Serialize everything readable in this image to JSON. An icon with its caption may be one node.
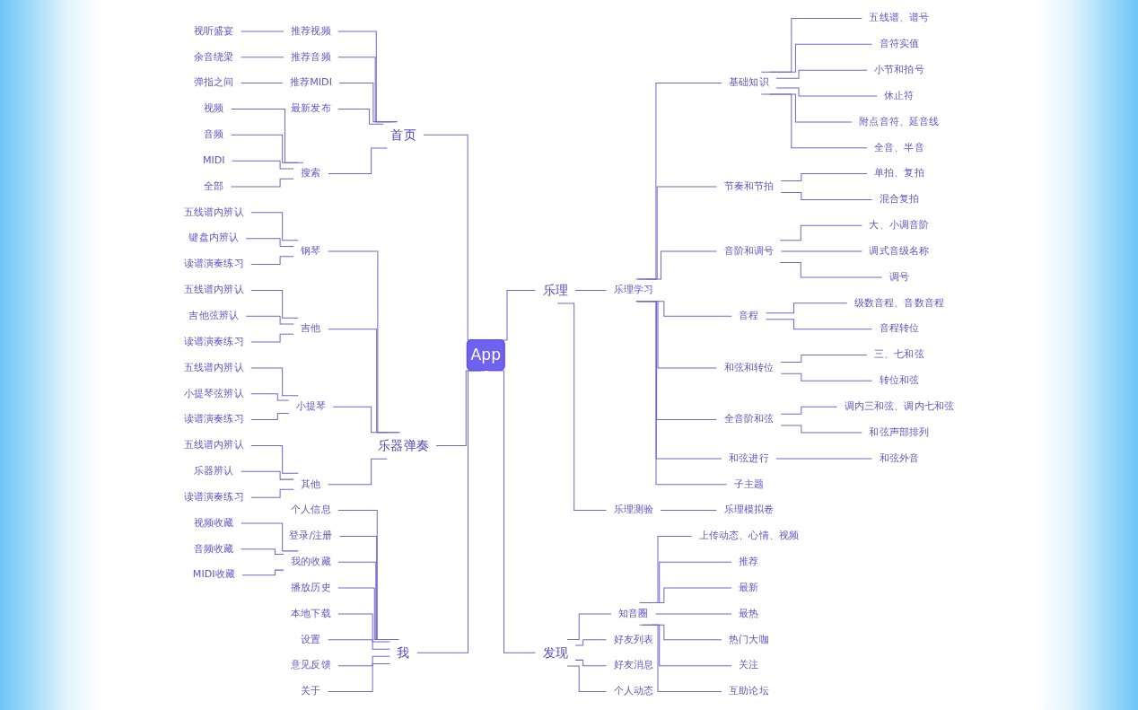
{
  "diagram": {
    "nodes": [
      {
        "text": [
          "App"
        ]
      },
      {
        "text": [
          "首页"
        ]
      },
      {
        "text": [
          "推荐视频"
        ]
      },
      {
        "text": [
          "视听盛宴"
        ]
      },
      {
        "text": [
          "推荐音频"
        ]
      },
      {
        "text": [
          "余音绕梁"
        ]
      },
      {
        "text": [
          "推荐MIDI"
        ]
      },
      {
        "text": [
          "弹指之间"
        ]
      },
      {
        "text": [
          "最新发布"
        ]
      },
      {
        "text": [
          "搜索"
        ]
      },
      {
        "text": [
          "视频"
        ]
      },
      {
        "text": [
          "音频"
        ]
      },
      {
        "text": [
          "MIDI"
        ]
      },
      {
        "text": [
          "全部"
        ]
      },
      {
        "text": [
          "乐器弹奏"
        ]
      },
      {
        "text": [
          "钢琴"
        ]
      },
      {
        "text": [
          "五线谱内辨认"
        ]
      },
      {
        "text": [
          "键盘内辨认"
        ]
      },
      {
        "text": [
          "读谱演奏练习"
        ]
      },
      {
        "text": [
          "吉他"
        ]
      },
      {
        "text": [
          "五线谱内辨认"
        ]
      },
      {
        "text": [
          "吉他弦辨认"
        ]
      },
      {
        "text": [
          "读谱演奏练习"
        ]
      },
      {
        "text": [
          "小提琴"
        ]
      },
      {
        "text": [
          "五线谱内辨认"
        ]
      },
      {
        "text": [
          "小提琴弦辨认"
        ]
      },
      {
        "text": [
          "读谱演奏练习"
        ]
      },
      {
        "text": [
          "其他"
        ]
      },
      {
        "text": [
          "五线谱内辨认"
        ]
      },
      {
        "text": [
          "乐器辨认"
        ]
      },
      {
        "text": [
          "读谱演奏练习"
        ]
      },
      {
        "text": [
          "我"
        ]
      },
      {
        "text": [
          "个人信息"
        ]
      },
      {
        "text": [
          "登录/注册"
        ]
      },
      {
        "text": [
          "我的收藏"
        ]
      },
      {
        "text": [
          "视频收藏"
        ]
      },
      {
        "text": [
          "音频收藏"
        ]
      },
      {
        "text": [
          "MIDI收藏"
        ]
      },
      {
        "text": [
          "播放历史"
        ]
      },
      {
        "text": [
          "本地下载"
        ]
      },
      {
        "text": [
          "设置"
        ]
      },
      {
        "text": [
          "意见反馈"
        ]
      },
      {
        "text": [
          "关于"
        ]
      },
      {
        "text": [
          "乐理"
        ]
      },
      {
        "text": [
          "乐理学习"
        ]
      },
      {
        "text": [
          "基础知识"
        ]
      },
      {
        "text": [
          "五线谱、谱号"
        ]
      },
      {
        "text": [
          "音符实值"
        ]
      },
      {
        "text": [
          "小节和拍号"
        ]
      },
      {
        "text": [
          "休止符"
        ]
      },
      {
        "text": [
          "附点音符、延音线"
        ]
      },
      {
        "text": [
          "全音、半音"
        ]
      },
      {
        "text": [
          "节奏和节拍"
        ]
      },
      {
        "text": [
          "单拍、复拍"
        ]
      },
      {
        "text": [
          "混合复拍"
        ]
      },
      {
        "text": [
          "音阶和调号"
        ]
      },
      {
        "text": [
          "大、小调音阶"
        ]
      },
      {
        "text": [
          "调式音级名称"
        ]
      },
      {
        "text": [
          "调号"
        ]
      },
      {
        "text": [
          "音程"
        ]
      },
      {
        "text": [
          "级数音程、音数音程"
        ]
      },
      {
        "text": [
          "音程转位"
        ]
      },
      {
        "text": [
          "和弦和转位"
        ]
      },
      {
        "text": [
          "三、七和弦"
        ]
      },
      {
        "text": [
          "转位和弦"
        ]
      },
      {
        "text": [
          "全音阶和弦"
        ]
      },
      {
        "text": [
          "调内三和弦、调内七和弦"
        ]
      },
      {
        "text": [
          "和弦声部排列"
        ]
      },
      {
        "text": [
          "和弦进行"
        ]
      },
      {
        "text": [
          "和弦外音"
        ]
      },
      {
        "text": [
          "子主题"
        ]
      },
      {
        "text": [
          "乐理测验"
        ]
      },
      {
        "text": [
          "乐理模拟卷"
        ]
      },
      {
        "text": [
          "发现"
        ]
      },
      {
        "text": [
          "知音圈"
        ]
      },
      {
        "text": [
          "上传动态、心情、视频"
        ]
      },
      {
        "text": [
          "推荐"
        ]
      },
      {
        "text": [
          "最新"
        ]
      },
      {
        "text": [
          "最热"
        ]
      },
      {
        "text": [
          "热门大咖"
        ]
      },
      {
        "text": [
          "关注"
        ]
      },
      {
        "text": [
          "互助论坛"
        ]
      },
      {
        "text": [
          "好友列表"
        ]
      },
      {
        "text": [
          "好友消息"
        ]
      },
      {
        "text": [
          "个人动态"
        ]
      }
    ],
    "edges": [
      {
        "from": 3,
        "to": 2,
        "arrow": "none"
      },
      {
        "from": 2,
        "to": 1,
        "arrow": "none"
      },
      {
        "from": 5,
        "to": 4,
        "arrow": "none"
      },
      {
        "from": 4,
        "to": 1,
        "arrow": "none"
      },
      {
        "from": 7,
        "to": 6,
        "arrow": "none"
      },
      {
        "from": 6,
        "to": 1,
        "arrow": "none"
      },
      {
        "from": 8,
        "to": 1,
        "arrow": "none"
      },
      {
        "from": 10,
        "to": 9,
        "arrow": "none"
      },
      {
        "from": 11,
        "to": 9,
        "arrow": "none"
      },
      {
        "from": 12,
        "to": 9,
        "arrow": "none"
      },
      {
        "from": 13,
        "to": 9,
        "arrow": "none"
      },
      {
        "from": 9,
        "to": 1,
        "arrow": "none"
      },
      {
        "from": 1,
        "to": 0,
        "arrow": "none"
      },
      {
        "from": 16,
        "to": 15,
        "arrow": "none"
      },
      {
        "from": 17,
        "to": 15,
        "arrow": "none"
      },
      {
        "from": 18,
        "to": 15,
        "arrow": "none"
      },
      {
        "from": 15,
        "to": 14,
        "arrow": "none"
      },
      {
        "from": 20,
        "to": 19,
        "arrow": "none"
      },
      {
        "from": 21,
        "to": 19,
        "arrow": "none"
      },
      {
        "from": 22,
        "to": 19,
        "arrow": "none"
      },
      {
        "from": 19,
        "to": 14,
        "arrow": "none"
      },
      {
        "from": 24,
        "to": 23,
        "arrow": "none"
      },
      {
        "from": 25,
        "to": 23,
        "arrow": "none"
      },
      {
        "from": 26,
        "to": 23,
        "arrow": "none"
      },
      {
        "from": 23,
        "to": 14,
        "arrow": "none"
      },
      {
        "from": 28,
        "to": 27,
        "arrow": "none"
      },
      {
        "from": 29,
        "to": 27,
        "arrow": "none"
      },
      {
        "from": 30,
        "to": 27,
        "arrow": "none"
      },
      {
        "from": 27,
        "to": 14,
        "arrow": "none"
      },
      {
        "from": 14,
        "to": 0,
        "arrow": "none"
      },
      {
        "from": 32,
        "to": 31,
        "arrow": "none"
      },
      {
        "from": 33,
        "to": 31,
        "arrow": "none"
      },
      {
        "from": 35,
        "to": 34,
        "arrow": "none"
      },
      {
        "from": 36,
        "to": 34,
        "arrow": "none"
      },
      {
        "from": 37,
        "to": 34,
        "arrow": "none"
      },
      {
        "from": 34,
        "to": 31,
        "arrow": "none"
      },
      {
        "from": 38,
        "to": 31,
        "arrow": "none"
      },
      {
        "from": 39,
        "to": 31,
        "arrow": "none"
      },
      {
        "from": 40,
        "to": 31,
        "arrow": "none"
      },
      {
        "from": 41,
        "to": 31,
        "arrow": "none"
      },
      {
        "from": 42,
        "to": 31,
        "arrow": "none"
      },
      {
        "from": 31,
        "to": 0,
        "arrow": "none"
      },
      {
        "from": 0,
        "to": 43,
        "arrow": "none"
      },
      {
        "from": 43,
        "to": 44,
        "arrow": "none"
      },
      {
        "from": 44,
        "to": 45,
        "arrow": "none"
      },
      {
        "from": 45,
        "to": 46,
        "arrow": "none"
      },
      {
        "from": 45,
        "to": 47,
        "arrow": "none"
      },
      {
        "from": 45,
        "to": 48,
        "arrow": "none"
      },
      {
        "from": 45,
        "to": 49,
        "arrow": "none"
      },
      {
        "from": 45,
        "to": 50,
        "arrow": "none"
      },
      {
        "from": 45,
        "to": 51,
        "arrow": "none"
      },
      {
        "from": 44,
        "to": 52,
        "arrow": "none"
      },
      {
        "from": 52,
        "to": 53,
        "arrow": "none"
      },
      {
        "from": 52,
        "to": 54,
        "arrow": "none"
      },
      {
        "from": 44,
        "to": 55,
        "arrow": "none"
      },
      {
        "from": 55,
        "to": 56,
        "arrow": "none"
      },
      {
        "from": 55,
        "to": 57,
        "arrow": "none"
      },
      {
        "from": 55,
        "to": 58,
        "arrow": "none"
      },
      {
        "from": 44,
        "to": 59,
        "arrow": "none"
      },
      {
        "from": 59,
        "to": 60,
        "arrow": "none"
      },
      {
        "from": 59,
        "to": 61,
        "arrow": "none"
      },
      {
        "from": 44,
        "to": 62,
        "arrow": "none"
      },
      {
        "from": 62,
        "to": 63,
        "arrow": "none"
      },
      {
        "from": 62,
        "to": 64,
        "arrow": "none"
      },
      {
        "from": 44,
        "to": 65,
        "arrow": "none"
      },
      {
        "from": 65,
        "to": 66,
        "arrow": "none"
      },
      {
        "from": 65,
        "to": 67,
        "arrow": "none"
      },
      {
        "from": 44,
        "to": 68,
        "arrow": "none"
      },
      {
        "from": 68,
        "to": 69,
        "arrow": "none"
      },
      {
        "from": 44,
        "to": 70,
        "arrow": "none"
      },
      {
        "from": 43,
        "to": 71,
        "arrow": "none"
      },
      {
        "from": 71,
        "to": 72,
        "arrow": "none"
      },
      {
        "from": 0,
        "to": 73,
        "arrow": "none"
      },
      {
        "from": 73,
        "to": 74,
        "arrow": "none"
      },
      {
        "from": 74,
        "to": 75,
        "arrow": "none"
      },
      {
        "from": 74,
        "to": 76,
        "arrow": "none"
      },
      {
        "from": 74,
        "to": 77,
        "arrow": "none"
      },
      {
        "from": 74,
        "to": 78,
        "arrow": "none"
      },
      {
        "from": 74,
        "to": 79,
        "arrow": "none"
      },
      {
        "from": 74,
        "to": 80,
        "arrow": "none"
      },
      {
        "from": 74,
        "to": 81,
        "arrow": "none"
      },
      {
        "from": 73,
        "to": 82,
        "arrow": "none"
      },
      {
        "from": 73,
        "to": 83,
        "arrow": "none"
      },
      {
        "from": 73,
        "to": 84,
        "arrow": "none"
      }
    ]
  }
}
